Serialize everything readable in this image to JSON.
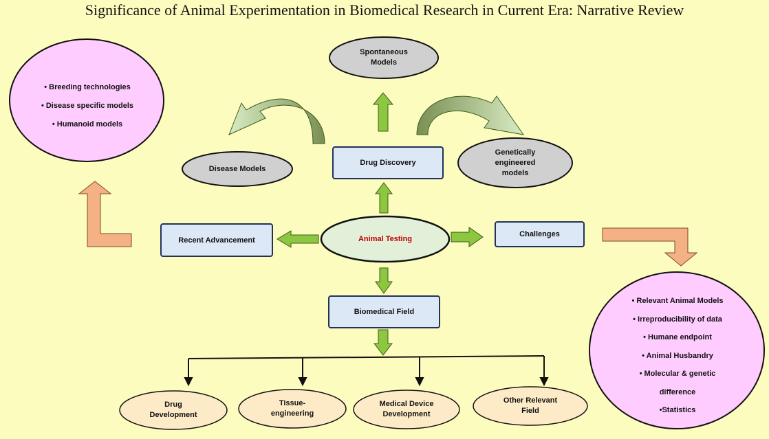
{
  "title": "Significance of Animal Experimentation in Biomedical Research in Current Era: Narrative Review",
  "center": {
    "label": "Animal Testing"
  },
  "boxes": {
    "drug_discovery": "Drug Discovery",
    "recent_advancement": "Recent Advancement",
    "challenges": "Challenges",
    "biomedical_field": "Biomedical Field"
  },
  "models": {
    "spontaneous": [
      "Spontaneous",
      "Models"
    ],
    "disease": "Disease Models",
    "genetic": [
      "Genetically",
      "engineered",
      "models"
    ]
  },
  "advancements": [
    "• Breeding technologies",
    "• Disease  specific models",
    "• Humanoid models"
  ],
  "challenge_list": [
    "• Relevant Animal Models",
    "• Irreproducibility  of data",
    "• Humane endpoint",
    "• Animal Husbandry",
    "• Molecular & genetic",
    "difference",
    "•Statistics"
  ],
  "fields": [
    [
      "Drug",
      "Development"
    ],
    [
      "Tissue-",
      "engineering"
    ],
    [
      "Medical Device",
      "Development"
    ],
    [
      "Other Relevant",
      "Field"
    ]
  ],
  "colors": {
    "background": "#fdfcbf",
    "center_fill": "#e2efd9",
    "center_text": "#c00000",
    "box_fill": "#dde8f6",
    "box_border": "#23315b",
    "grey_ellipse": "#d0d0d0",
    "pink_ellipse": "#ffccff",
    "field_ellipse": "#fdebc8",
    "green_arrow": "#8dc63f",
    "orange_arrow": "#f4b183"
  }
}
